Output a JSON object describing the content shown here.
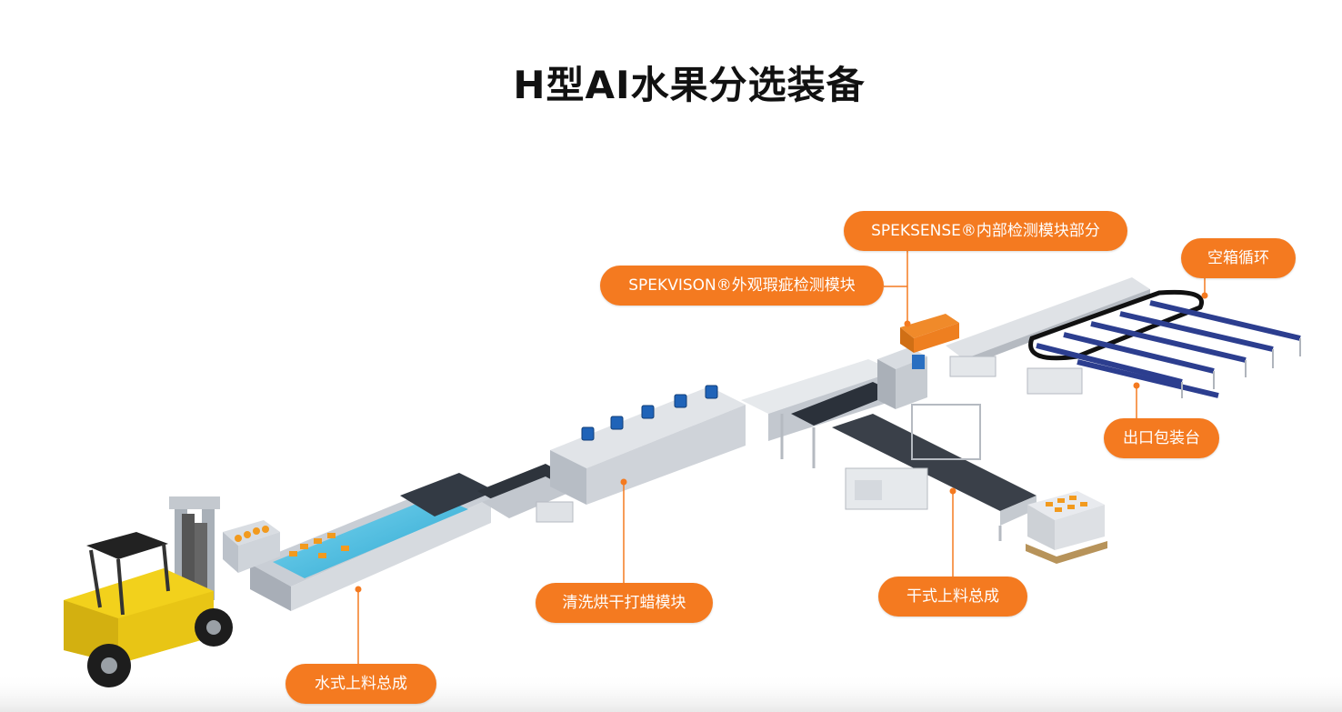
{
  "title": "H型AI水果分选装备",
  "accent_color": "#f47a20",
  "labels": {
    "speksense": "SPEKSENSE®内部检测模块部分",
    "spekvison": "SPEKVISON®外观瑕疵检测模块",
    "empty_box": "空箱循环",
    "outlet_packing": "出口包装台",
    "washing": "清洗烘干打蜡模块",
    "dry_feeding": "干式上料总成",
    "water_feeding": "水式上料总成"
  }
}
